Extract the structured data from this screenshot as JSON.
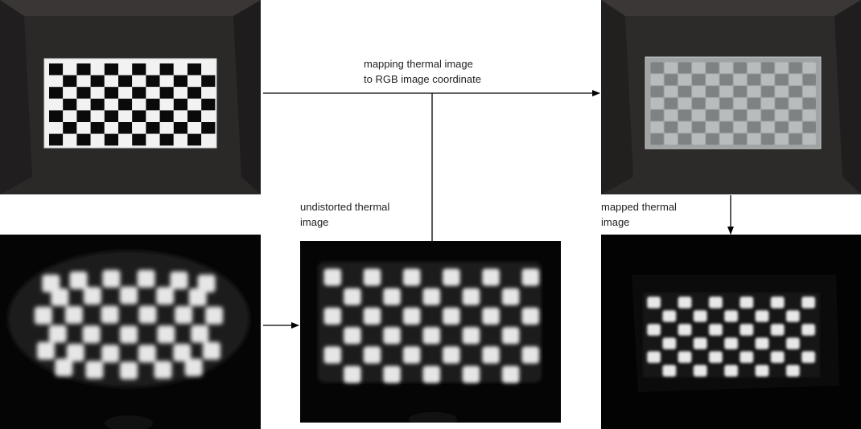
{
  "labels": {
    "mapping": "mapping thermal image\nto RGB image coordinate",
    "undistorted": "undistorted thermal\nimage",
    "mapped": "mapped thermal\nimage"
  },
  "panels": {
    "rgb": {
      "title": "rgb-checkerboard-photo",
      "board_rows": 7,
      "board_cols": 12,
      "colors": {
        "background": "#2b2828",
        "board_white": "#f2f2f2",
        "board_black": "#0a0a0a"
      }
    },
    "rgb_overlay": {
      "title": "rgb-with-mapped-thermal-overlay",
      "board_rows": 7,
      "board_cols": 12,
      "colors": {
        "background": "#2d2a2a",
        "board_light": "#b9bcbc",
        "board_dark": "#7e8282"
      }
    },
    "thermal_raw": {
      "title": "raw-thermal-image",
      "board_rows": 6,
      "board_cols": 11,
      "colors": {
        "background": "#050505",
        "hot": "#e6e6e6",
        "cold": "#1a1a1a"
      }
    },
    "thermal_undistorted": {
      "title": "undistorted-thermal-image",
      "board_rows": 6,
      "board_cols": 11,
      "colors": {
        "background": "#050505",
        "hot": "#e6e6e6",
        "cold": "#1a1a1a"
      }
    },
    "thermal_mapped": {
      "title": "mapped-thermal-image",
      "board_rows": 6,
      "board_cols": 11,
      "colors": {
        "background": "#030303",
        "hot": "#e8e8e8",
        "cold": "#141414"
      }
    }
  },
  "arrow_color": "#000000"
}
